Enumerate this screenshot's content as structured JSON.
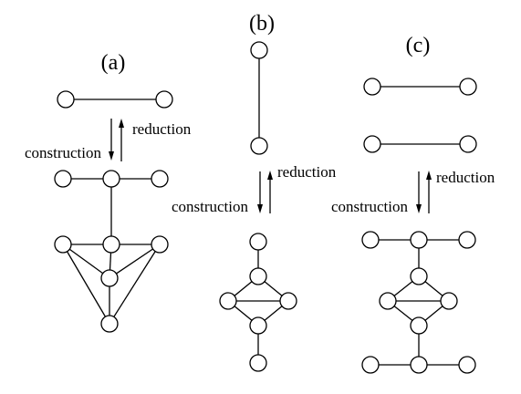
{
  "panels": {
    "a": {
      "label": "(a)",
      "construction_label": "construction",
      "reduction_label": "reduction"
    },
    "b": {
      "label": "(b)",
      "construction_label": "construction",
      "reduction_label": "reduction"
    },
    "c": {
      "label": "(c)",
      "construction_label": "construction",
      "reduction_label": "reduction"
    }
  }
}
